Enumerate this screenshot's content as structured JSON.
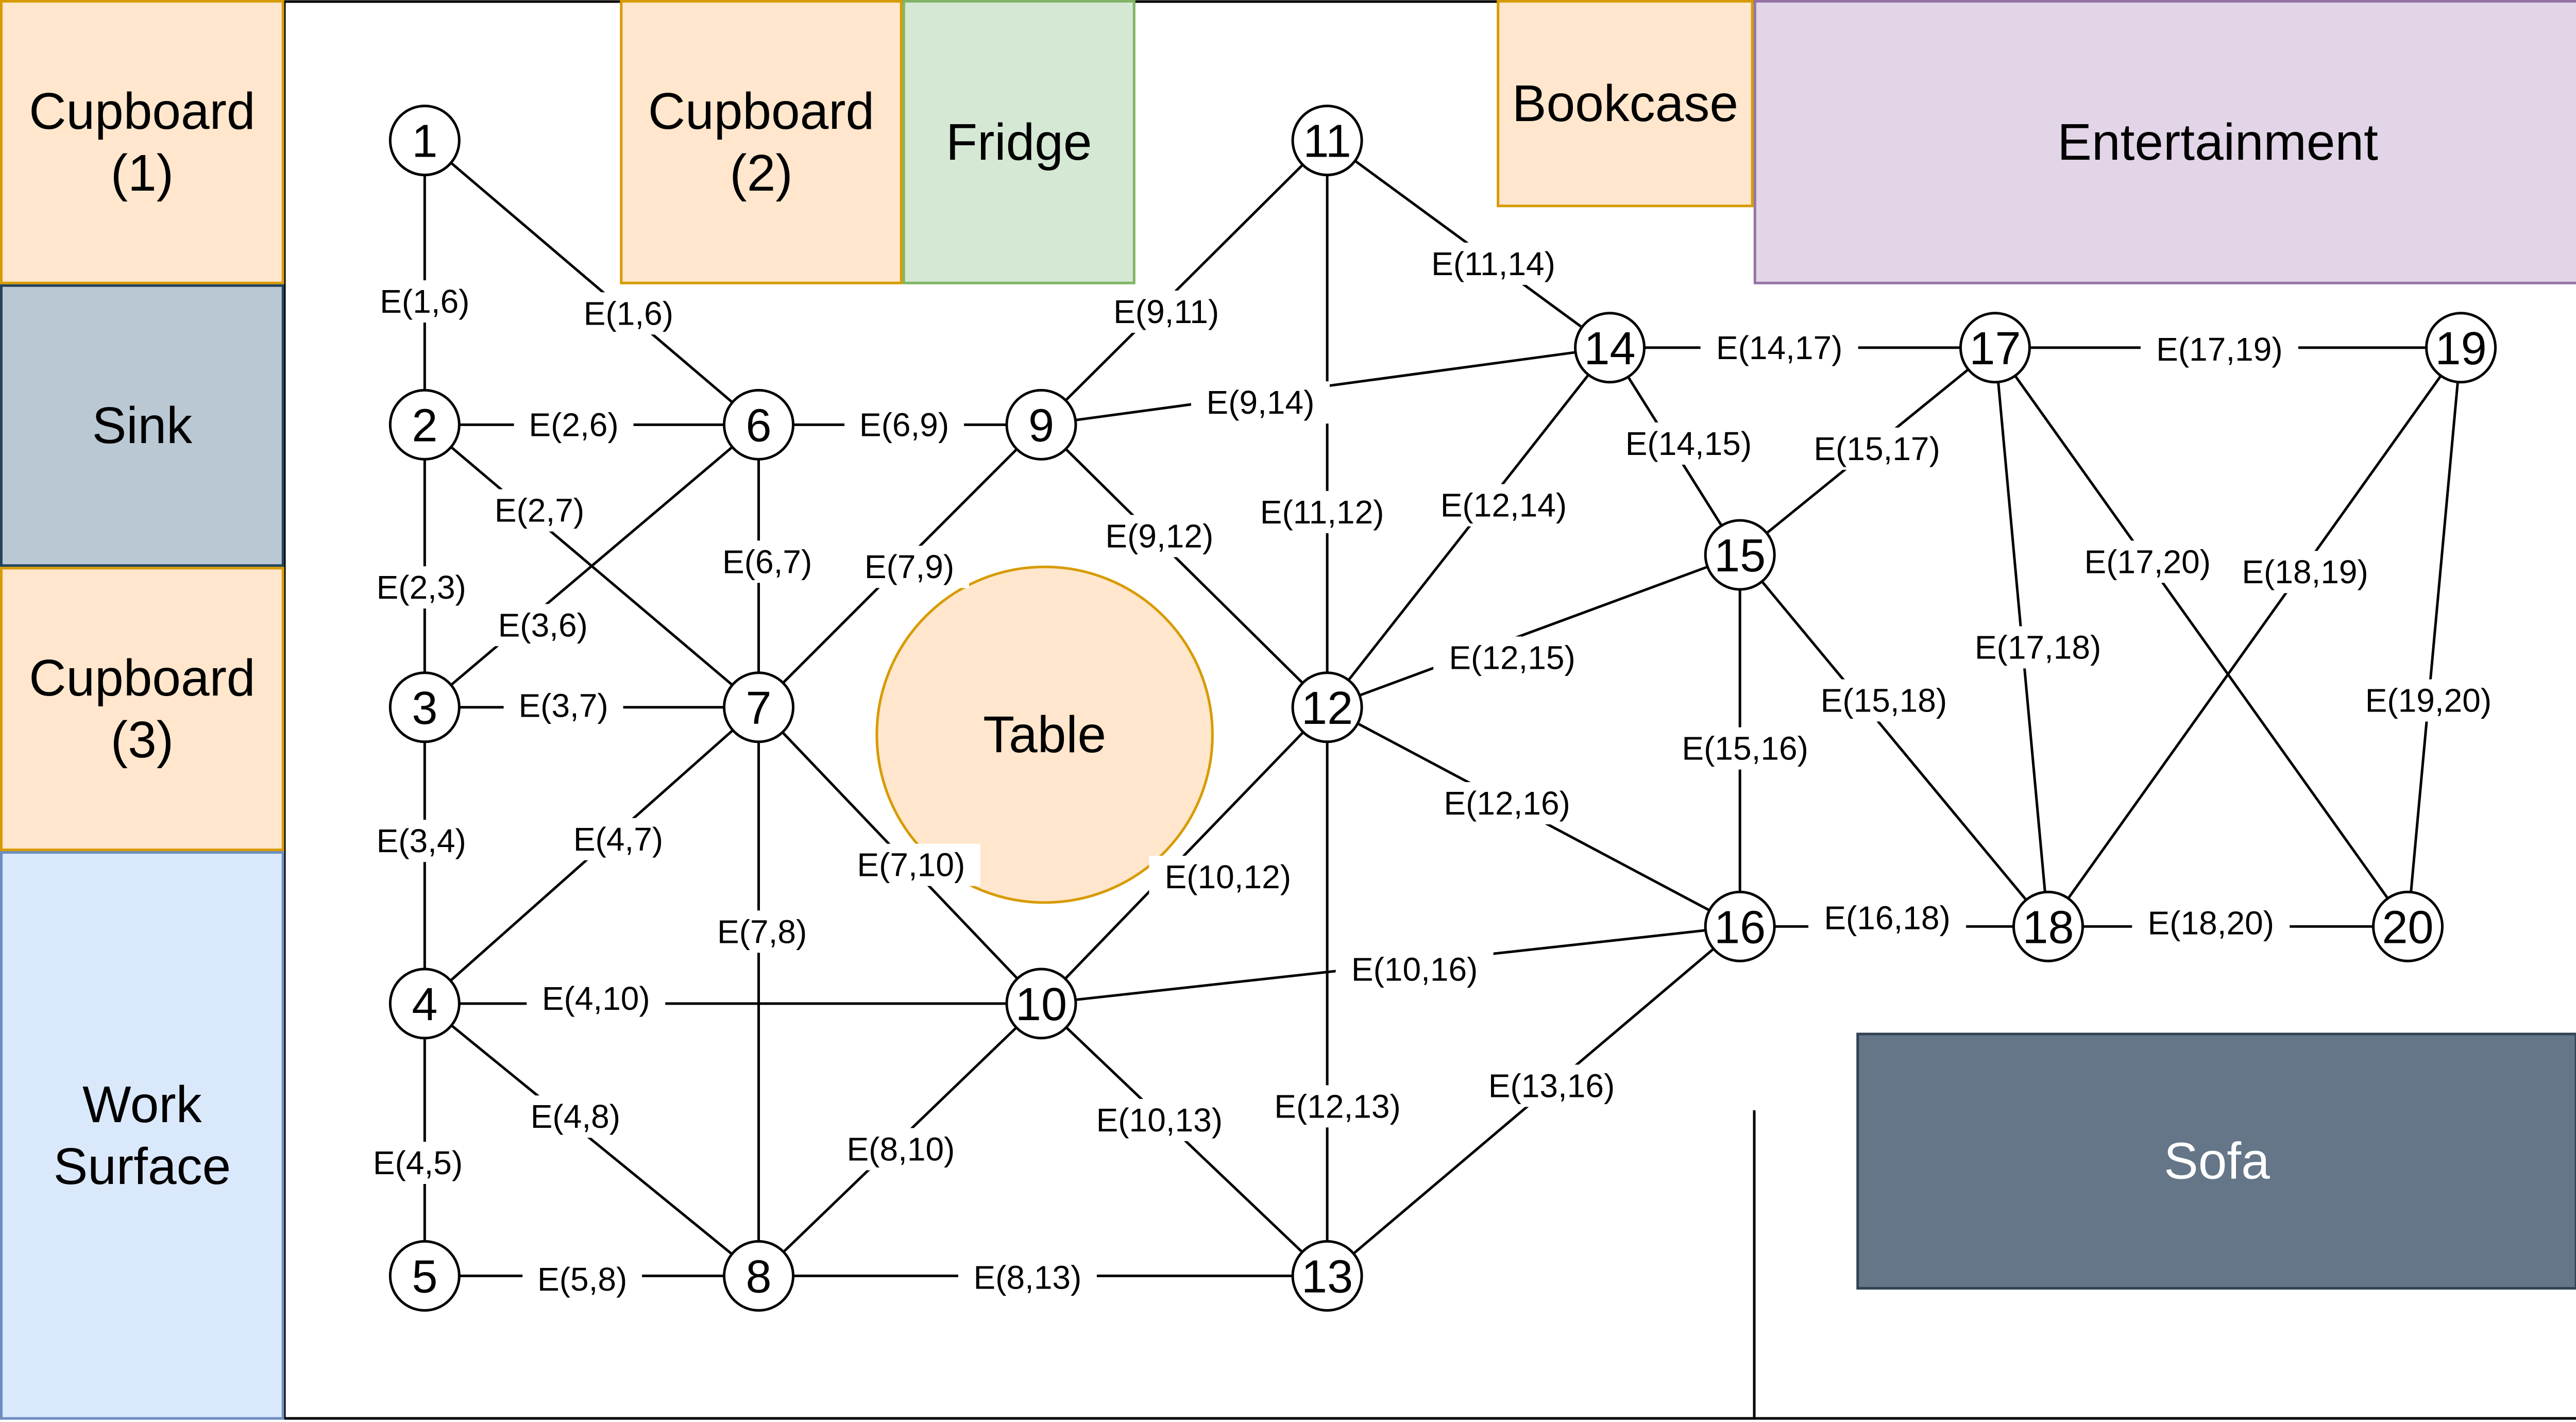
{
  "colors": {
    "orange_fill": "#ffe6cc",
    "orange_stroke": "#d79b00",
    "green_fill": "#d5e8d4",
    "green_stroke": "#82b366",
    "purple_fill": "#e1d5e7",
    "purple_stroke": "#9673a6",
    "sink_fill": "#bac8d3",
    "sink_stroke": "#23445d",
    "blue_fill": "#dae8fc",
    "blue_stroke": "#6c8ebf",
    "sofa_fill": "#647687",
    "sofa_stroke": "#314354",
    "sofa_text": "#ffffff",
    "line": "#000000",
    "node_fill": "#ffffff"
  },
  "furniture": [
    {
      "id": "cupboard-1",
      "lines": [
        "Cupboard",
        "(1)"
      ],
      "style": "orange",
      "icon": "cupboard"
    },
    {
      "id": "sink",
      "lines": [
        "Sink"
      ],
      "style": "sink",
      "icon": "sink"
    },
    {
      "id": "cupboard-3",
      "lines": [
        "Cupboard",
        "(3)"
      ],
      "style": "orange",
      "icon": "cupboard"
    },
    {
      "id": "work-surface",
      "lines": [
        "Work",
        "Surface"
      ],
      "style": "blue",
      "icon": "work-surface"
    },
    {
      "id": "cupboard-2",
      "lines": [
        "Cupboard",
        "(2)"
      ],
      "style": "orange",
      "icon": "cupboard"
    },
    {
      "id": "fridge",
      "lines": [
        "Fridge"
      ],
      "style": "green",
      "icon": "fridge"
    },
    {
      "id": "bookcase",
      "lines": [
        "Bookcase"
      ],
      "style": "orange",
      "icon": "bookcase"
    },
    {
      "id": "entertainment",
      "lines": [
        "Entertainment"
      ],
      "style": "purple",
      "icon": "entertainment"
    },
    {
      "id": "sofa",
      "lines": [
        "Sofa"
      ],
      "style": "sofa",
      "icon": "sofa"
    },
    {
      "id": "table",
      "lines": [
        "Table"
      ],
      "style": "orange",
      "icon": "table"
    }
  ],
  "nodes": [
    "1",
    "2",
    "3",
    "4",
    "5",
    "6",
    "7",
    "8",
    "9",
    "10",
    "11",
    "12",
    "13",
    "14",
    "15",
    "16",
    "17",
    "18",
    "19",
    "20"
  ],
  "edges": [
    {
      "a": "1",
      "b": "2",
      "label": "E(1,6)"
    },
    {
      "a": "1",
      "b": "6",
      "label": "E(1,6)"
    },
    {
      "a": "2",
      "b": "6",
      "label": "E(2,6)"
    },
    {
      "a": "2",
      "b": "7",
      "label": "E(2,7)"
    },
    {
      "a": "2",
      "b": "3",
      "label": "E(2,3)"
    },
    {
      "a": "3",
      "b": "6",
      "label": "E(3,6)"
    },
    {
      "a": "3",
      "b": "7",
      "label": "E(3,7)"
    },
    {
      "a": "3",
      "b": "4",
      "label": "E(3,4)"
    },
    {
      "a": "4",
      "b": "7",
      "label": "E(4,7)"
    },
    {
      "a": "4",
      "b": "10",
      "label": "E(4,10)"
    },
    {
      "a": "4",
      "b": "8",
      "label": "E(4,8)"
    },
    {
      "a": "4",
      "b": "5",
      "label": "E(4,5)"
    },
    {
      "a": "5",
      "b": "8",
      "label": "E(5,8)"
    },
    {
      "a": "6",
      "b": "9",
      "label": "E(6,9)"
    },
    {
      "a": "6",
      "b": "7",
      "label": "E(6,7)"
    },
    {
      "a": "7",
      "b": "9",
      "label": "E(7,9)"
    },
    {
      "a": "7",
      "b": "10",
      "label": "E(7,10)"
    },
    {
      "a": "7",
      "b": "8",
      "label": "E(7,8)"
    },
    {
      "a": "8",
      "b": "10",
      "label": "E(8,10)"
    },
    {
      "a": "8",
      "b": "13",
      "label": "E(8,13)"
    },
    {
      "a": "9",
      "b": "11",
      "label": "E(9,11)"
    },
    {
      "a": "9",
      "b": "14",
      "label": "E(9,14)"
    },
    {
      "a": "9",
      "b": "12",
      "label": "E(9,12)"
    },
    {
      "a": "10",
      "b": "12",
      "label": "E(10,12)"
    },
    {
      "a": "10",
      "b": "16",
      "label": "E(10,16)"
    },
    {
      "a": "10",
      "b": "13",
      "label": "E(10,13)"
    },
    {
      "a": "11",
      "b": "12",
      "label": "E(11,12)"
    },
    {
      "a": "11",
      "b": "14",
      "label": "E(11,14)"
    },
    {
      "a": "12",
      "b": "14",
      "label": "E(12,14)"
    },
    {
      "a": "12",
      "b": "15",
      "label": "E(12,15)"
    },
    {
      "a": "12",
      "b": "16",
      "label": "E(12,16)"
    },
    {
      "a": "12",
      "b": "13",
      "label": "E(12,13)"
    },
    {
      "a": "13",
      "b": "16",
      "label": "E(13,16)"
    },
    {
      "a": "14",
      "b": "17",
      "label": "E(14,17)"
    },
    {
      "a": "14",
      "b": "15",
      "label": "E(14,15)"
    },
    {
      "a": "15",
      "b": "17",
      "label": "E(15,17)"
    },
    {
      "a": "15",
      "b": "16",
      "label": "E(15,16)"
    },
    {
      "a": "15",
      "b": "18",
      "label": "E(15,18)"
    },
    {
      "a": "16",
      "b": "18",
      "label": "E(16,18)"
    },
    {
      "a": "17",
      "b": "19",
      "label": "E(17,19)"
    },
    {
      "a": "17",
      "b": "18",
      "label": "E(17,18)"
    },
    {
      "a": "17",
      "b": "20",
      "label": "E(17,20)"
    },
    {
      "a": "18",
      "b": "19",
      "label": "E(18,19)"
    },
    {
      "a": "18",
      "b": "20",
      "label": "E(18,20)"
    },
    {
      "a": "19",
      "b": "20",
      "label": "E(19,20)"
    }
  ]
}
